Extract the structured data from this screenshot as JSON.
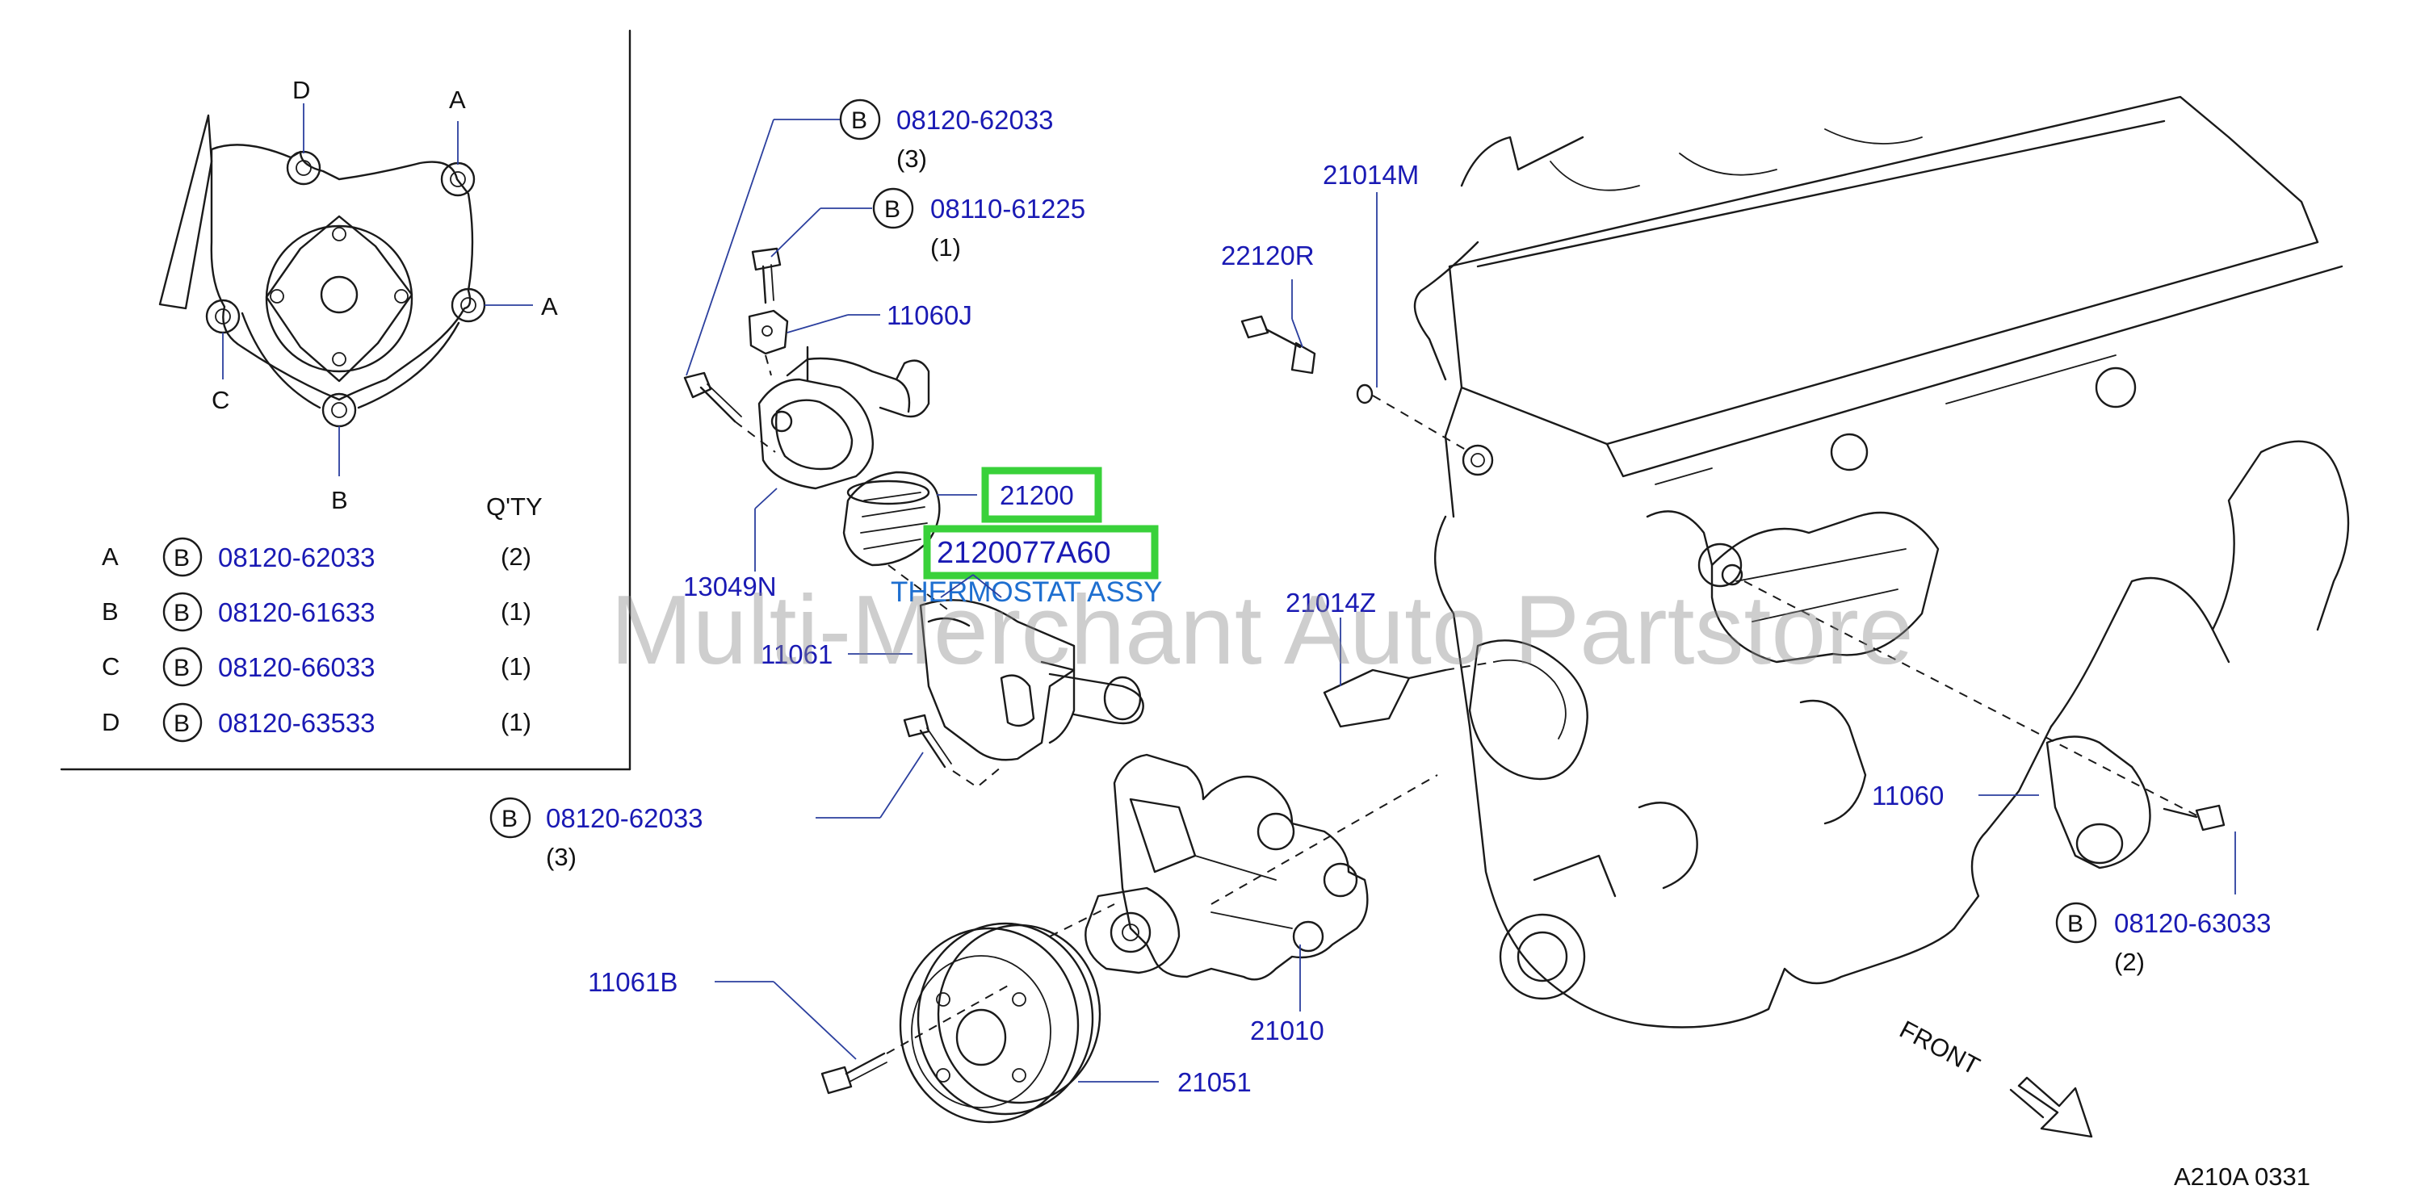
{
  "watermark": "Multi-Merchant Auto Partstore",
  "inset": {
    "qty_header": "Q'TY",
    "labels": {
      "a1": "A",
      "a2": "A",
      "b": "B",
      "c": "C",
      "d": "D"
    },
    "rows": [
      {
        "letter": "A",
        "badge": "B",
        "part": "08120-62033",
        "qty": "(2)"
      },
      {
        "letter": "B",
        "badge": "B",
        "part": "08120-61633",
        "qty": "(1)"
      },
      {
        "letter": "C",
        "badge": "B",
        "part": "08120-66033",
        "qty": "(1)"
      },
      {
        "letter": "D",
        "badge": "B",
        "part": "08120-63533",
        "qty": "(1)"
      }
    ]
  },
  "callouts": {
    "bolt_top": {
      "badge": "B",
      "part": "08120-62033",
      "qty": "(3)"
    },
    "bolt_small": {
      "badge": "B",
      "part": "08110-61225",
      "qty": "(1)"
    },
    "bolt_lower": {
      "badge": "B",
      "part": "08120-62033",
      "qty": "(3)"
    },
    "bolt_right": {
      "badge": "B",
      "part": "08120-63033",
      "qty": "(2)"
    },
    "p11060j": "11060J",
    "p13049n": "13049N",
    "p11061": "11061",
    "p21014m": "21014M",
    "p22120r": "22120R",
    "p21014z": "21014Z",
    "p11060": "11060",
    "p11061b": "11061B",
    "p21010": "21010",
    "p21051": "21051",
    "p21200": "21200"
  },
  "highlighted_part": {
    "number": "2120077A60",
    "description": "THERMOSTAT ASSY"
  },
  "front_label": "FRONT",
  "diagram_code": "A210A   0331",
  "colors": {
    "part_number": "#1a1ab4",
    "highlight": "#39d13a",
    "description": "#1e6fd0",
    "line": "#1a1a1a"
  }
}
